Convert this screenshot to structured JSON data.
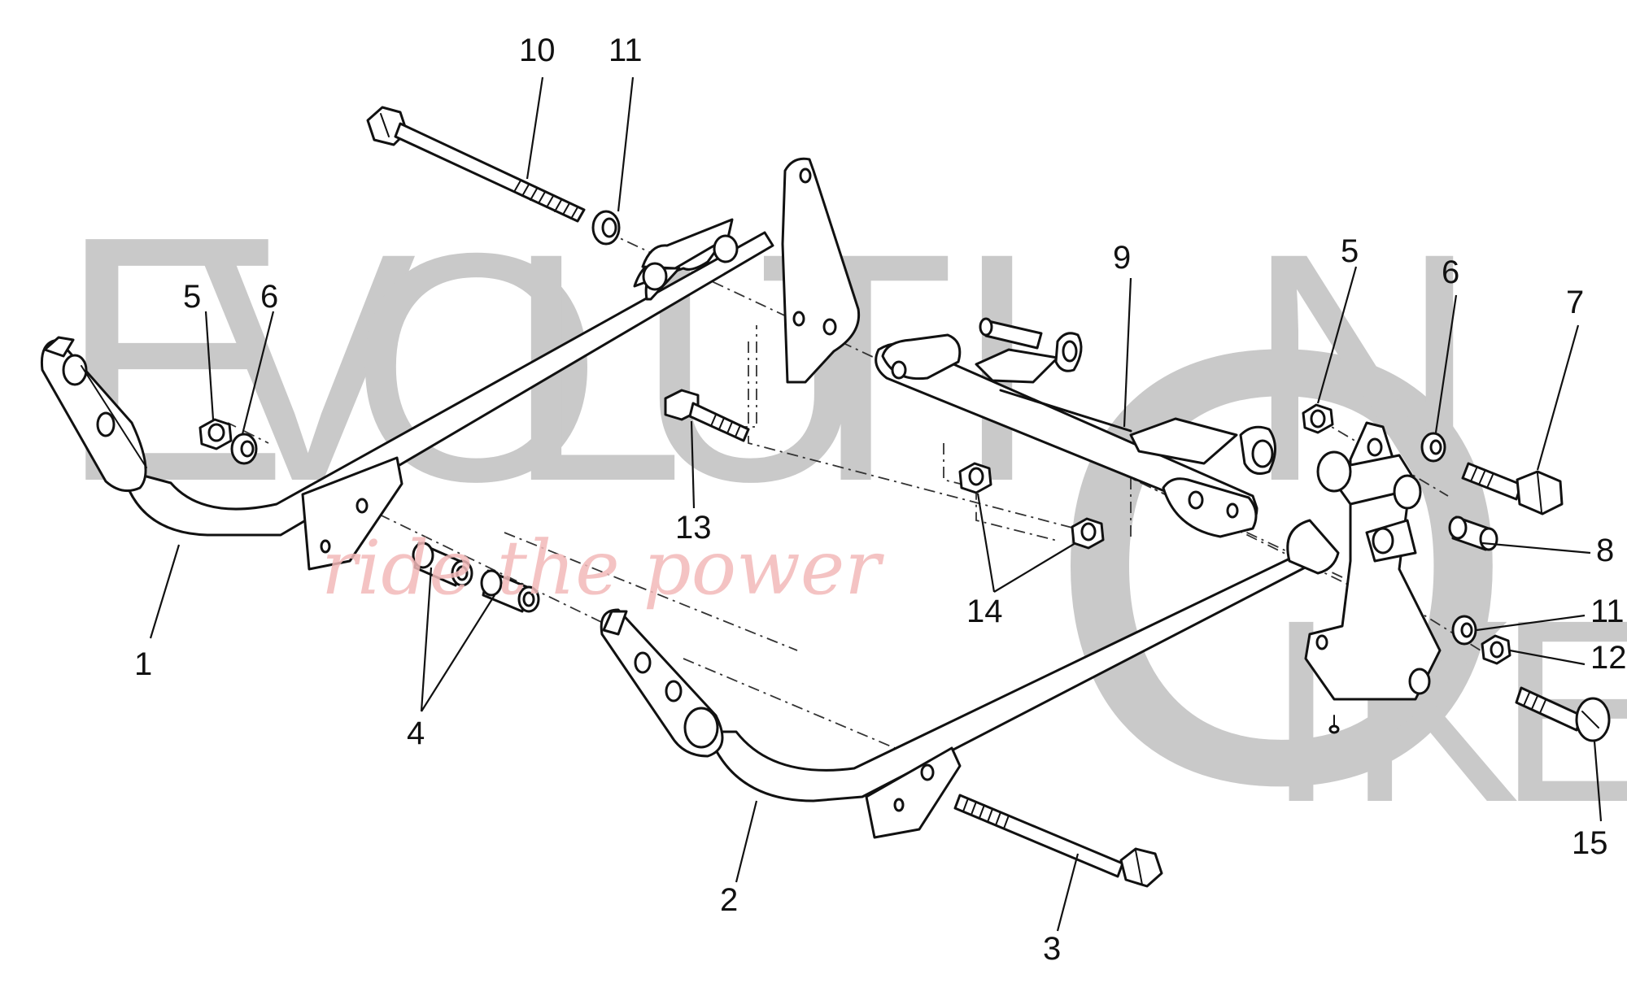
{
  "watermark": {
    "brand_first_letters": [
      "E",
      "V",
      "O",
      "L",
      "U",
      "T",
      "I"
    ],
    "brand_big_o": "O",
    "brand_n": "N",
    "brand_second_letters": [
      "I",
      "K",
      "E"
    ],
    "tagline": "ride the power",
    "letter_color": "#c9c9c9",
    "tagline_color": "#f2b8b8"
  },
  "callouts": [
    {
      "id": "1",
      "label": "1"
    },
    {
      "id": "2",
      "label": "2"
    },
    {
      "id": "3",
      "label": "3"
    },
    {
      "id": "4",
      "label": "4"
    },
    {
      "id": "5a",
      "label": "5"
    },
    {
      "id": "6a",
      "label": "6"
    },
    {
      "id": "5b",
      "label": "5"
    },
    {
      "id": "6b",
      "label": "6"
    },
    {
      "id": "7",
      "label": "7"
    },
    {
      "id": "8",
      "label": "8"
    },
    {
      "id": "9",
      "label": "9"
    },
    {
      "id": "10",
      "label": "10"
    },
    {
      "id": "11a",
      "label": "11"
    },
    {
      "id": "11b",
      "label": "11"
    },
    {
      "id": "12",
      "label": "12"
    },
    {
      "id": "13",
      "label": "13"
    },
    {
      "id": "14",
      "label": "14"
    },
    {
      "id": "15",
      "label": "15"
    }
  ],
  "colors": {
    "line": "#111111",
    "fill": "#ffffff",
    "background": "#ffffff"
  }
}
